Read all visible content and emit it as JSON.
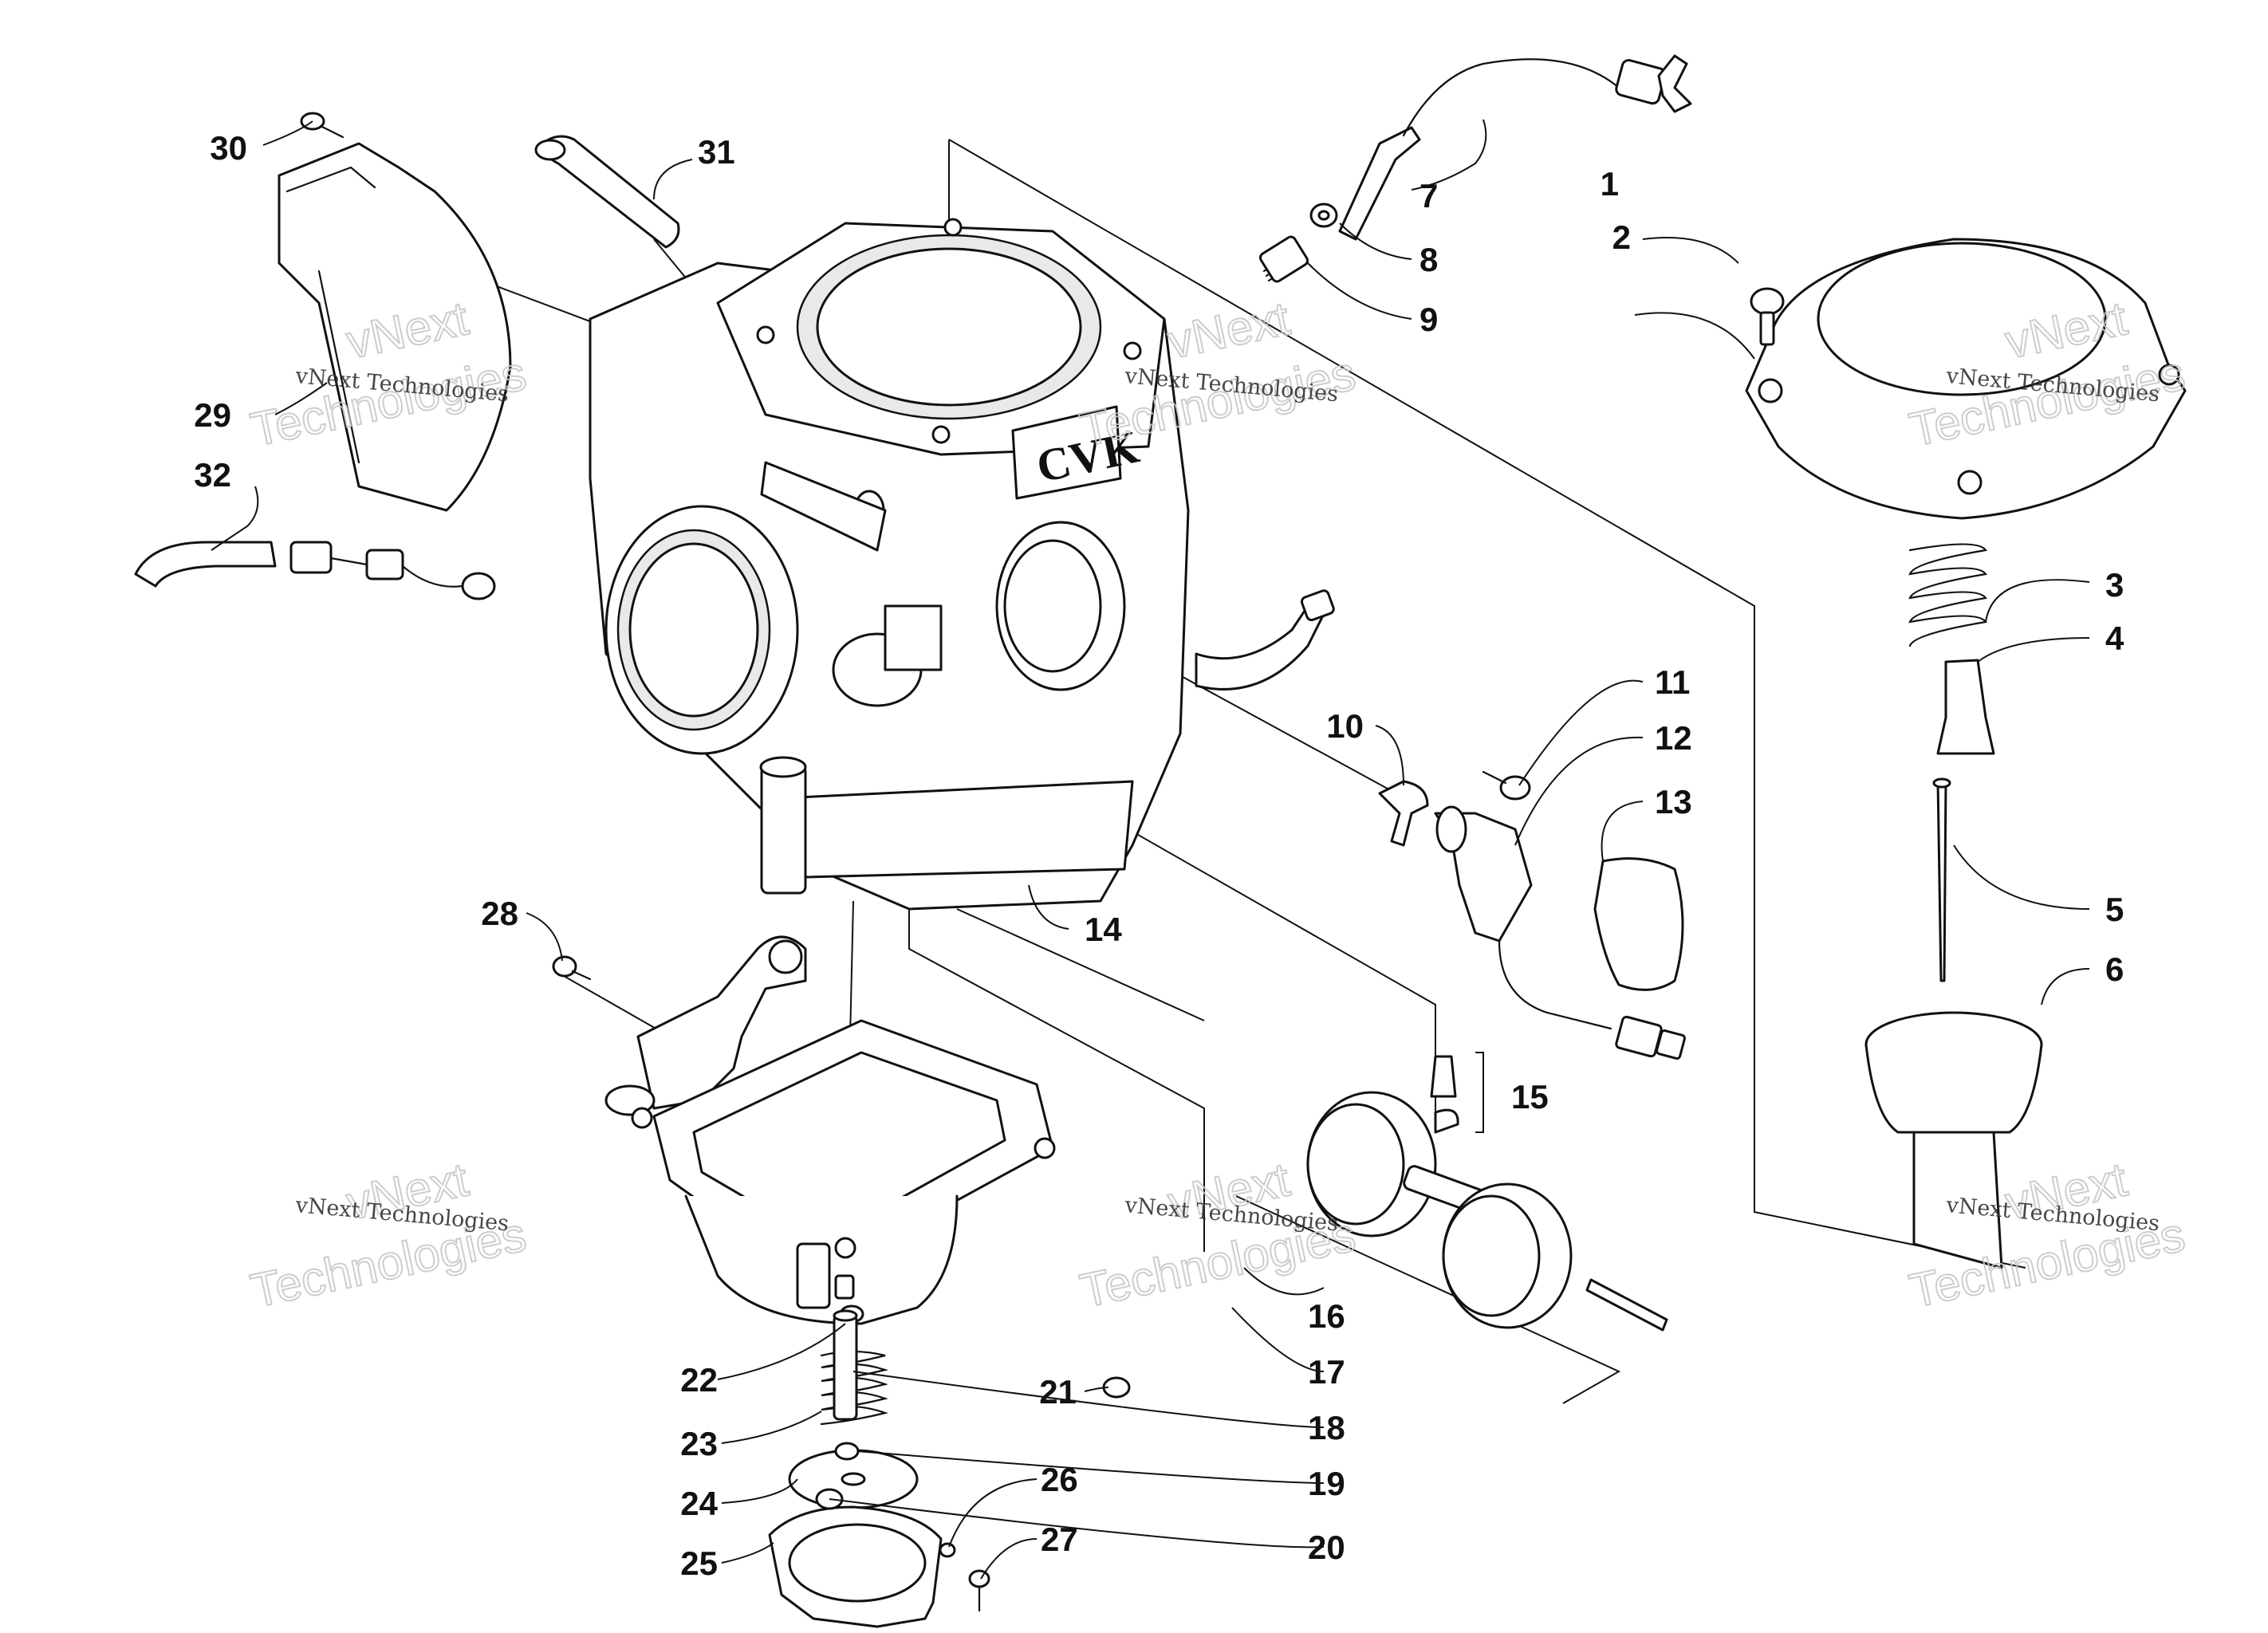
{
  "diagram": {
    "callouts": [
      "1",
      "2",
      "3",
      "4",
      "5",
      "6",
      "7",
      "8",
      "9",
      "10",
      "11",
      "12",
      "13",
      "14",
      "15",
      "16",
      "17",
      "18",
      "19",
      "20",
      "21",
      "22",
      "23",
      "24",
      "25",
      "26",
      "27",
      "28",
      "29",
      "30",
      "31",
      "32"
    ],
    "carb_marking": "CVK",
    "watermark": {
      "line1": "vNext",
      "line2": "Technologies",
      "small": "vNext Technologies"
    }
  }
}
